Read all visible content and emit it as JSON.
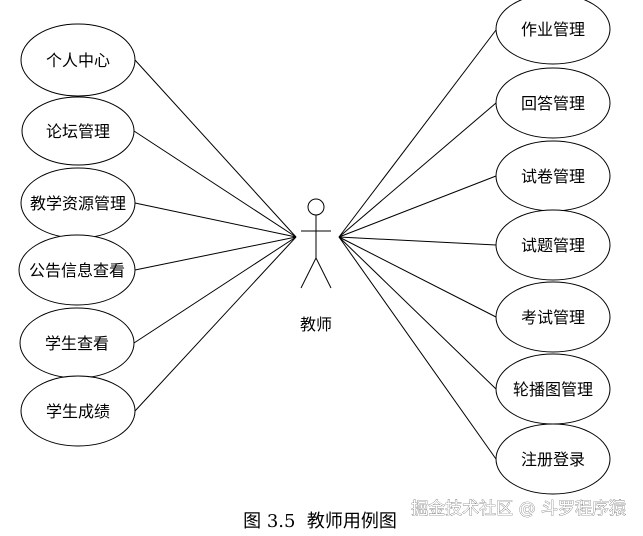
{
  "actor": {
    "name": "教师"
  },
  "left_use_cases": [
    {
      "label": "个人中心"
    },
    {
      "label": "论坛管理"
    },
    {
      "label": "教学资源管理"
    },
    {
      "label": "公告信息查看"
    },
    {
      "label": "学生查看"
    },
    {
      "label": "学生成绩"
    }
  ],
  "right_use_cases": [
    {
      "label": "作业管理"
    },
    {
      "label": "回答管理"
    },
    {
      "label": "试卷管理"
    },
    {
      "label": "试题管理"
    },
    {
      "label": "考试管理"
    },
    {
      "label": "轮播图管理"
    },
    {
      "label": "注册登录"
    }
  ],
  "caption": "图 3.5  教师用例图",
  "watermark": "掘金技术社区 @ 斗罗程序猿"
}
